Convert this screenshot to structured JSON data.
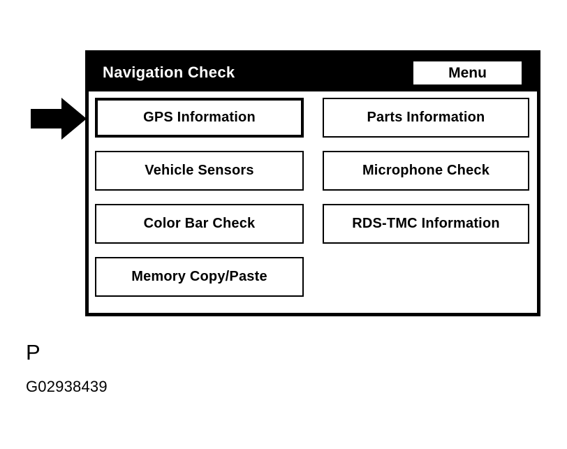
{
  "screen": {
    "title": "Navigation Check",
    "menu_button_label": "Menu",
    "columns": {
      "left": [
        {
          "label": "GPS Information",
          "selected": true
        },
        {
          "label": "Vehicle Sensors",
          "selected": false
        },
        {
          "label": "Color Bar Check",
          "selected": false
        },
        {
          "label": "Memory Copy/Paste",
          "selected": false
        }
      ],
      "right": [
        {
          "label": "Parts Information",
          "selected": false
        },
        {
          "label": "Microphone Check",
          "selected": false
        },
        {
          "label": "RDS-TMC Information",
          "selected": false
        }
      ]
    }
  },
  "annotation": {
    "pointer_target": "GPS Information"
  },
  "caption": {
    "letter": "P",
    "figure_id": "G02938439"
  },
  "colors": {
    "background": "#ffffff",
    "ink": "#000000",
    "title_bar_bg": "#000000",
    "title_text": "#ffffff"
  }
}
